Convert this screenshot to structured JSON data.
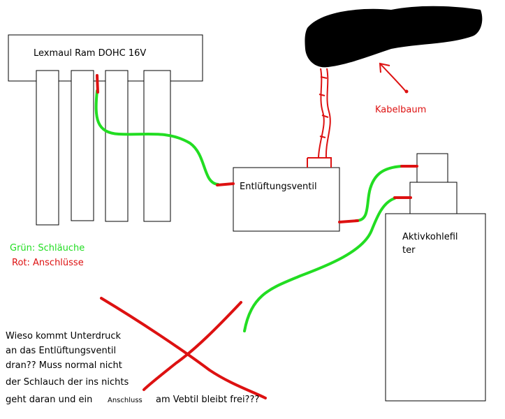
{
  "diagram": {
    "manifold_label": "Lexmaul Ram DOHC 16V",
    "valve_label": "Entlüftungsventil",
    "filter_label_line1": "Aktivkohlefil",
    "filter_label_line2": "ter",
    "harness_label": "Kabelbaum",
    "legend_green": "Grün: Schläuche",
    "legend_red": "Rot: Anschlüsse",
    "note_line1": "Wieso kommt Unterdruck",
    "note_line2": "an das Entlüftungsventil",
    "note_line3": "dran?? Muss normal nicht",
    "note_line4": "der Schlauch der ins nichts",
    "note_line5_a": "geht daran und ein",
    "note_line5_small": "Anschluss",
    "note_line5_b": "am Vebtil bleibt frei???",
    "colors": {
      "hose": "#22dd22",
      "connector": "#dd1111",
      "harness": "#000000",
      "line": "#000000"
    }
  }
}
